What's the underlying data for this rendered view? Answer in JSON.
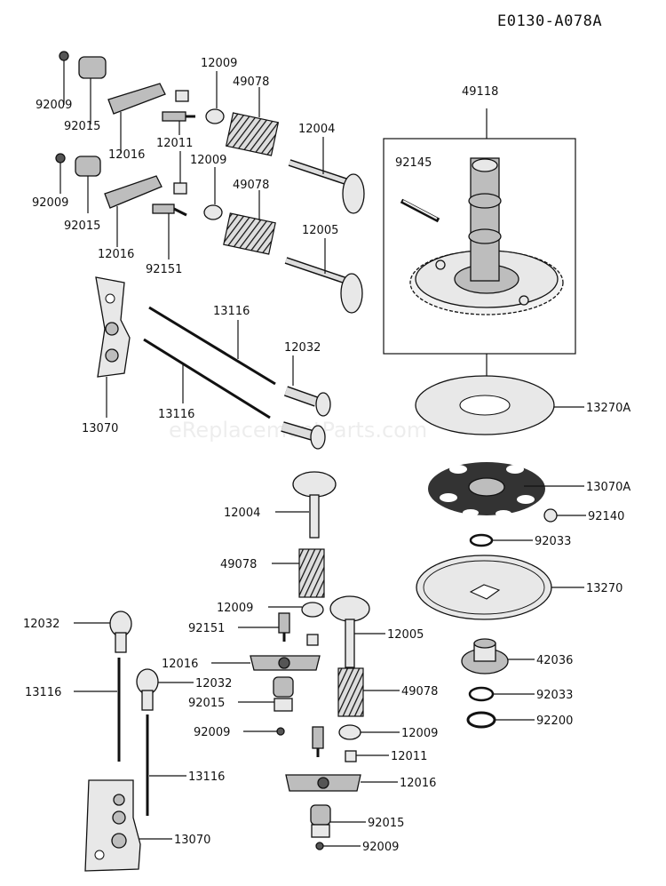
{
  "diagram": {
    "code": "E0130-A078A",
    "watermark": "eReplacementParts.com",
    "labels": [
      {
        "id": "c1",
        "text": "92009"
      },
      {
        "id": "c2",
        "text": "92015"
      },
      {
        "id": "c3",
        "text": "12016"
      },
      {
        "id": "c4",
        "text": "12009"
      },
      {
        "id": "c5",
        "text": "49078"
      },
      {
        "id": "c6",
        "text": "12011"
      },
      {
        "id": "c7",
        "text": "12004"
      },
      {
        "id": "c8",
        "text": "92009"
      },
      {
        "id": "c9",
        "text": "92015"
      },
      {
        "id": "c10",
        "text": "12009"
      },
      {
        "id": "c11",
        "text": "49078"
      },
      {
        "id": "c12",
        "text": "12016"
      },
      {
        "id": "c13",
        "text": "92151"
      },
      {
        "id": "c14",
        "text": "12005"
      },
      {
        "id": "c15",
        "text": "49118"
      },
      {
        "id": "c16",
        "text": "92145"
      },
      {
        "id": "c17",
        "text": "13116"
      },
      {
        "id": "c18",
        "text": "12032"
      },
      {
        "id": "c19",
        "text": "13116"
      },
      {
        "id": "c20",
        "text": "13070"
      },
      {
        "id": "c21",
        "text": "13270A"
      },
      {
        "id": "c22",
        "text": "13070A"
      },
      {
        "id": "c23",
        "text": "92140"
      },
      {
        "id": "c24",
        "text": "92033"
      },
      {
        "id": "c25",
        "text": "12004"
      },
      {
        "id": "c26",
        "text": "49078"
      },
      {
        "id": "c27",
        "text": "13270"
      },
      {
        "id": "c28",
        "text": "12009"
      },
      {
        "id": "c29",
        "text": "92151"
      },
      {
        "id": "c30",
        "text": "12032"
      },
      {
        "id": "c31",
        "text": "12005"
      },
      {
        "id": "c32",
        "text": "12016"
      },
      {
        "id": "c33",
        "text": "12032"
      },
      {
        "id": "c34",
        "text": "42036"
      },
      {
        "id": "c35",
        "text": "13116"
      },
      {
        "id": "c36",
        "text": "92015"
      },
      {
        "id": "c37",
        "text": "49078"
      },
      {
        "id": "c38",
        "text": "92033"
      },
      {
        "id": "c39",
        "text": "92009"
      },
      {
        "id": "c40",
        "text": "12009"
      },
      {
        "id": "c41",
        "text": "92200"
      },
      {
        "id": "c42",
        "text": "12011"
      },
      {
        "id": "c43",
        "text": "13116"
      },
      {
        "id": "c44",
        "text": "12016"
      },
      {
        "id": "c45",
        "text": "92015"
      },
      {
        "id": "c46",
        "text": "13070"
      },
      {
        "id": "c47",
        "text": "92009"
      }
    ]
  }
}
